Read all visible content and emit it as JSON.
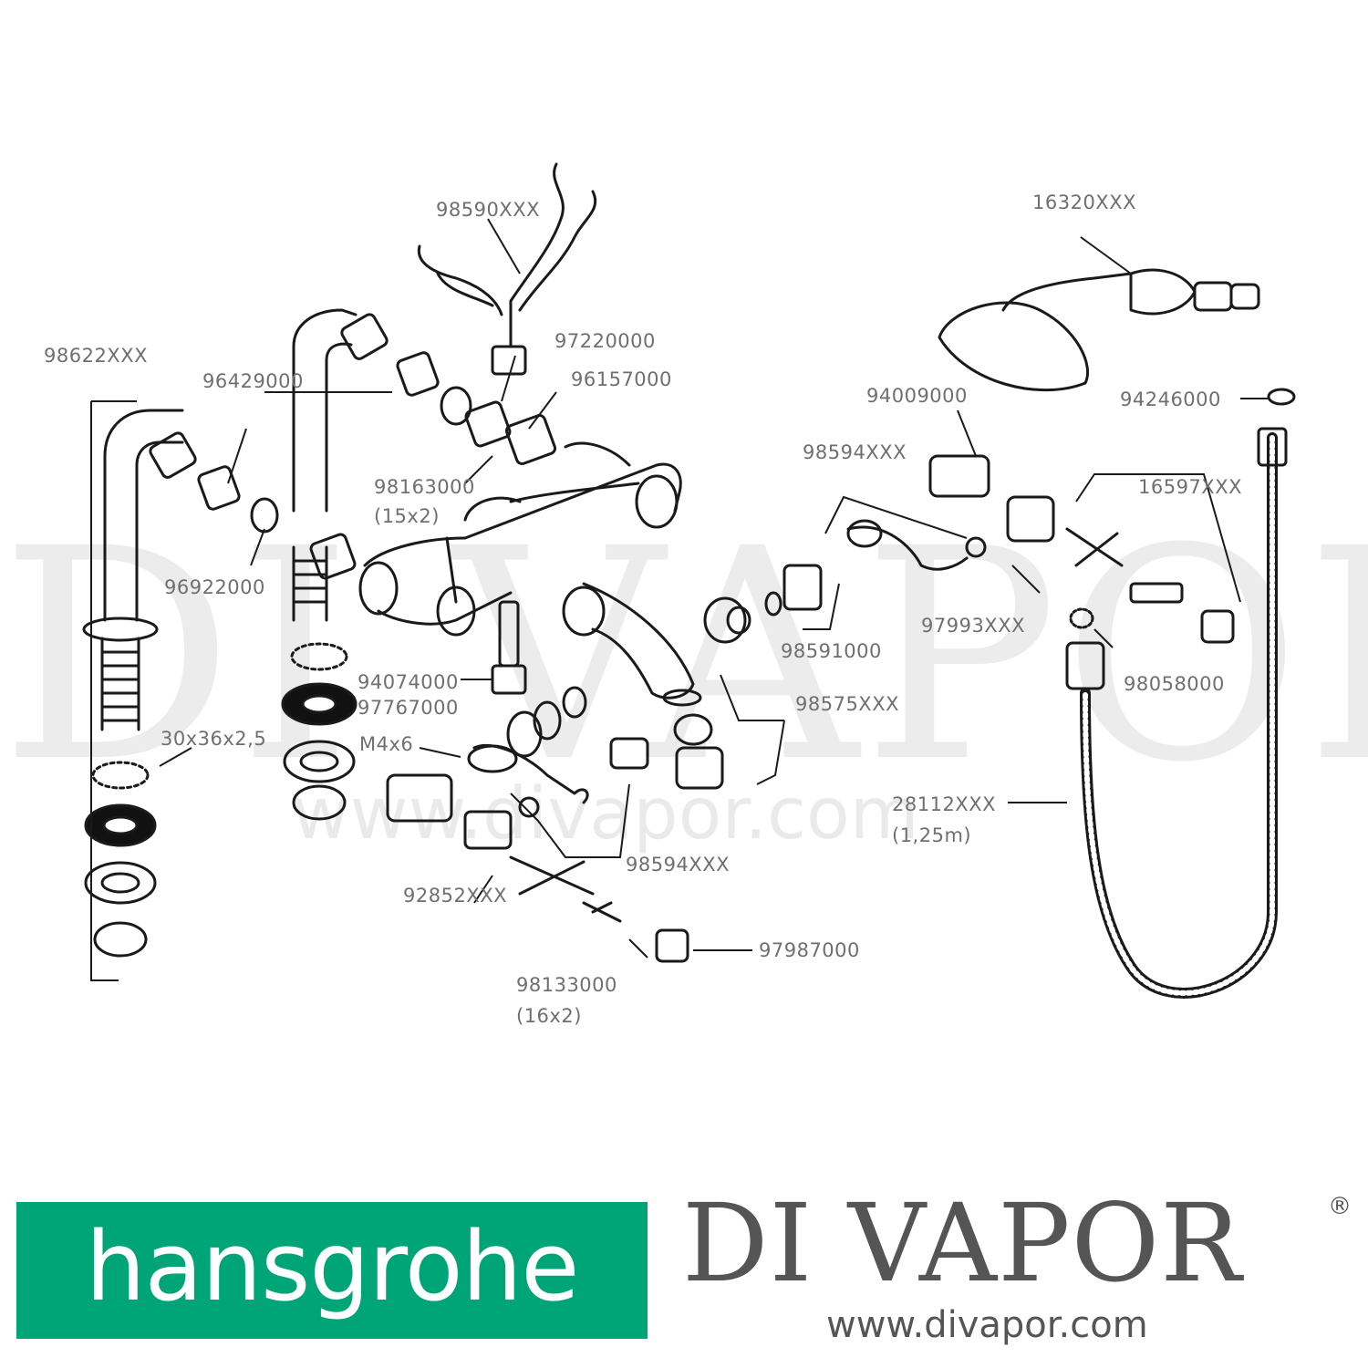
{
  "watermark": {
    "text": "DI VAPOR",
    "reg": "®",
    "url": "www.divapor.com"
  },
  "labels": {
    "holder": "98590XXX",
    "spout_left": "98622XXX",
    "spout_right_nut_a": "96429000",
    "washer_a": "97220000",
    "nut_a": "96157000",
    "insert": "98163000",
    "insert_size": "(15x2)",
    "washer_b": "96922000",
    "cartridge_a": "94074000",
    "ring_a": "97767000",
    "seal_size": "30x36x2,5",
    "screw": "M4x6",
    "handle_set_a": "98594XXX",
    "handle_set_b": "98594XXX",
    "diverter": "98591000",
    "aerator": "98575XXX",
    "cap_a": "92852XXX",
    "cap_b": "98133000",
    "cap_b_size": "(16x2)",
    "index": "97987000",
    "shower": "16320XXX",
    "shower_cartridge": "94009000",
    "filter": "94246000",
    "cross_handle": "16597XXX",
    "nut_b": "97993XXX",
    "seal_b": "98058000",
    "hose": "28112XXX",
    "hose_length": "(1,25m)"
  },
  "brand": {
    "logo_text": "hansgrohe",
    "logo_color": "#00a577",
    "name": "DI VAPOR",
    "reg": "®",
    "url": "www.divapor.com"
  }
}
